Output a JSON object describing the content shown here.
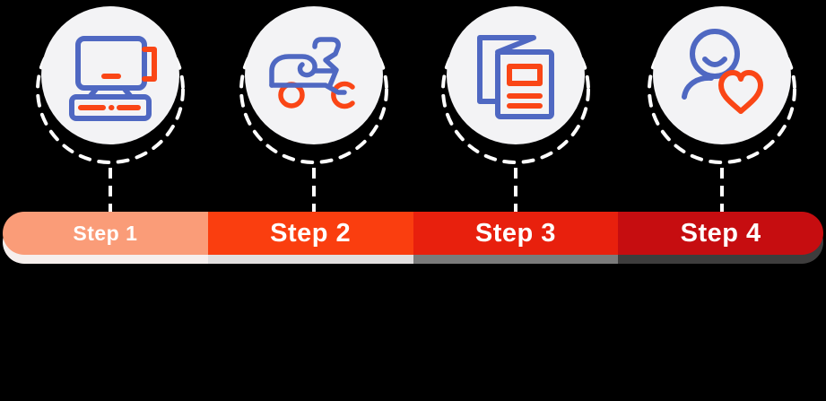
{
  "diagram": {
    "type": "process-steps",
    "background_color": "#000000",
    "steps": [
      {
        "label": "Step 1",
        "icon": "pos-terminal-icon",
        "bar_color": "#FA9C78",
        "shadow_color": "#F6EFED"
      },
      {
        "label": "Step 2",
        "icon": "delivery-scooter-icon",
        "bar_color": "#FA3E0F",
        "shadow_color": "#E2DFDF"
      },
      {
        "label": "Step 3",
        "icon": "brochure-menu-icon",
        "bar_color": "#E8200D",
        "shadow_color": "#7B7B7B"
      },
      {
        "label": "Step 4",
        "icon": "customer-care-heart-icon",
        "bar_color": "#C60D10",
        "shadow_color": "#3E3D3D"
      }
    ],
    "colors": {
      "icon_blue": "#4F68C2",
      "icon_orange": "#FA4616",
      "circle_fill": "#F3F3F5",
      "dash_white": "#FFFFFF",
      "label_text": "#FFFFFF"
    }
  }
}
